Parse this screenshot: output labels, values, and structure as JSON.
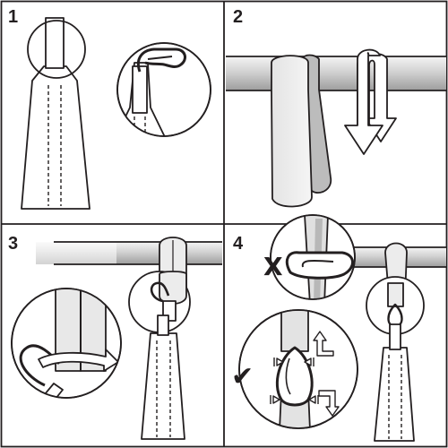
{
  "colors": {
    "ink": "#231f20",
    "rod_fill": "#d9d9d9",
    "strap_fill": "#e6e6e6",
    "strap_shadow": "#bdbdbd",
    "bag_fill": "#f2f2f2",
    "background": "#ffffff"
  },
  "steps": [
    {
      "number": "1"
    },
    {
      "number": "2"
    },
    {
      "number": "3"
    },
    {
      "number": "4"
    }
  ],
  "marks": {
    "wrong": "X",
    "right": "✔"
  },
  "icons": [
    "carabiner-hook-icon",
    "strap-loop-icon",
    "down-arrow-icon",
    "rotate-arrow-icon",
    "squeeze-arrow-icon"
  ]
}
